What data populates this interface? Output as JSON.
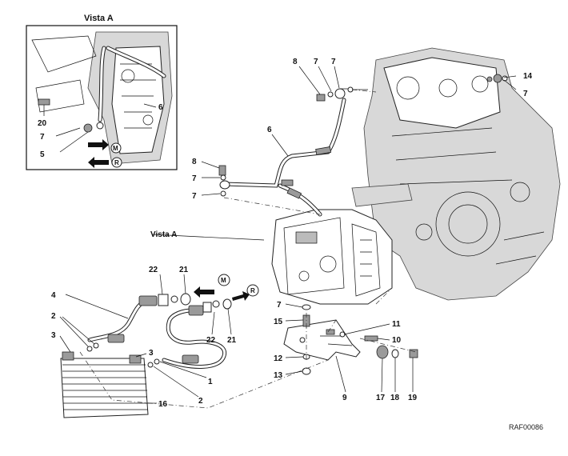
{
  "inset": {
    "title": "Vista A"
  },
  "main": {
    "view_label": "Vista A"
  },
  "drawing_code": "RAF00086",
  "flow_markers": {
    "m": "M",
    "r": "R"
  },
  "inset_labels": {
    "l20": "20",
    "l6": "6",
    "l7": "7",
    "l5": "5"
  },
  "labels": {
    "top8": "8",
    "top7a": "7",
    "top7b": "7",
    "top14": "14",
    "top7c": "7",
    "l6": "6",
    "l8": "8",
    "l7a": "7",
    "l7b": "7",
    "l22a": "22",
    "l21a": "21",
    "l4": "4",
    "l2a": "2",
    "l3a": "3",
    "l3b": "3",
    "l1": "1",
    "l2b": "2",
    "l16": "16",
    "l22b": "22",
    "l21b": "21",
    "l7c": "7",
    "l15": "15",
    "l11": "11",
    "l10": "10",
    "l12": "12",
    "l13": "13",
    "l9": "9",
    "l17": "17",
    "l18": "18",
    "l19": "19"
  }
}
